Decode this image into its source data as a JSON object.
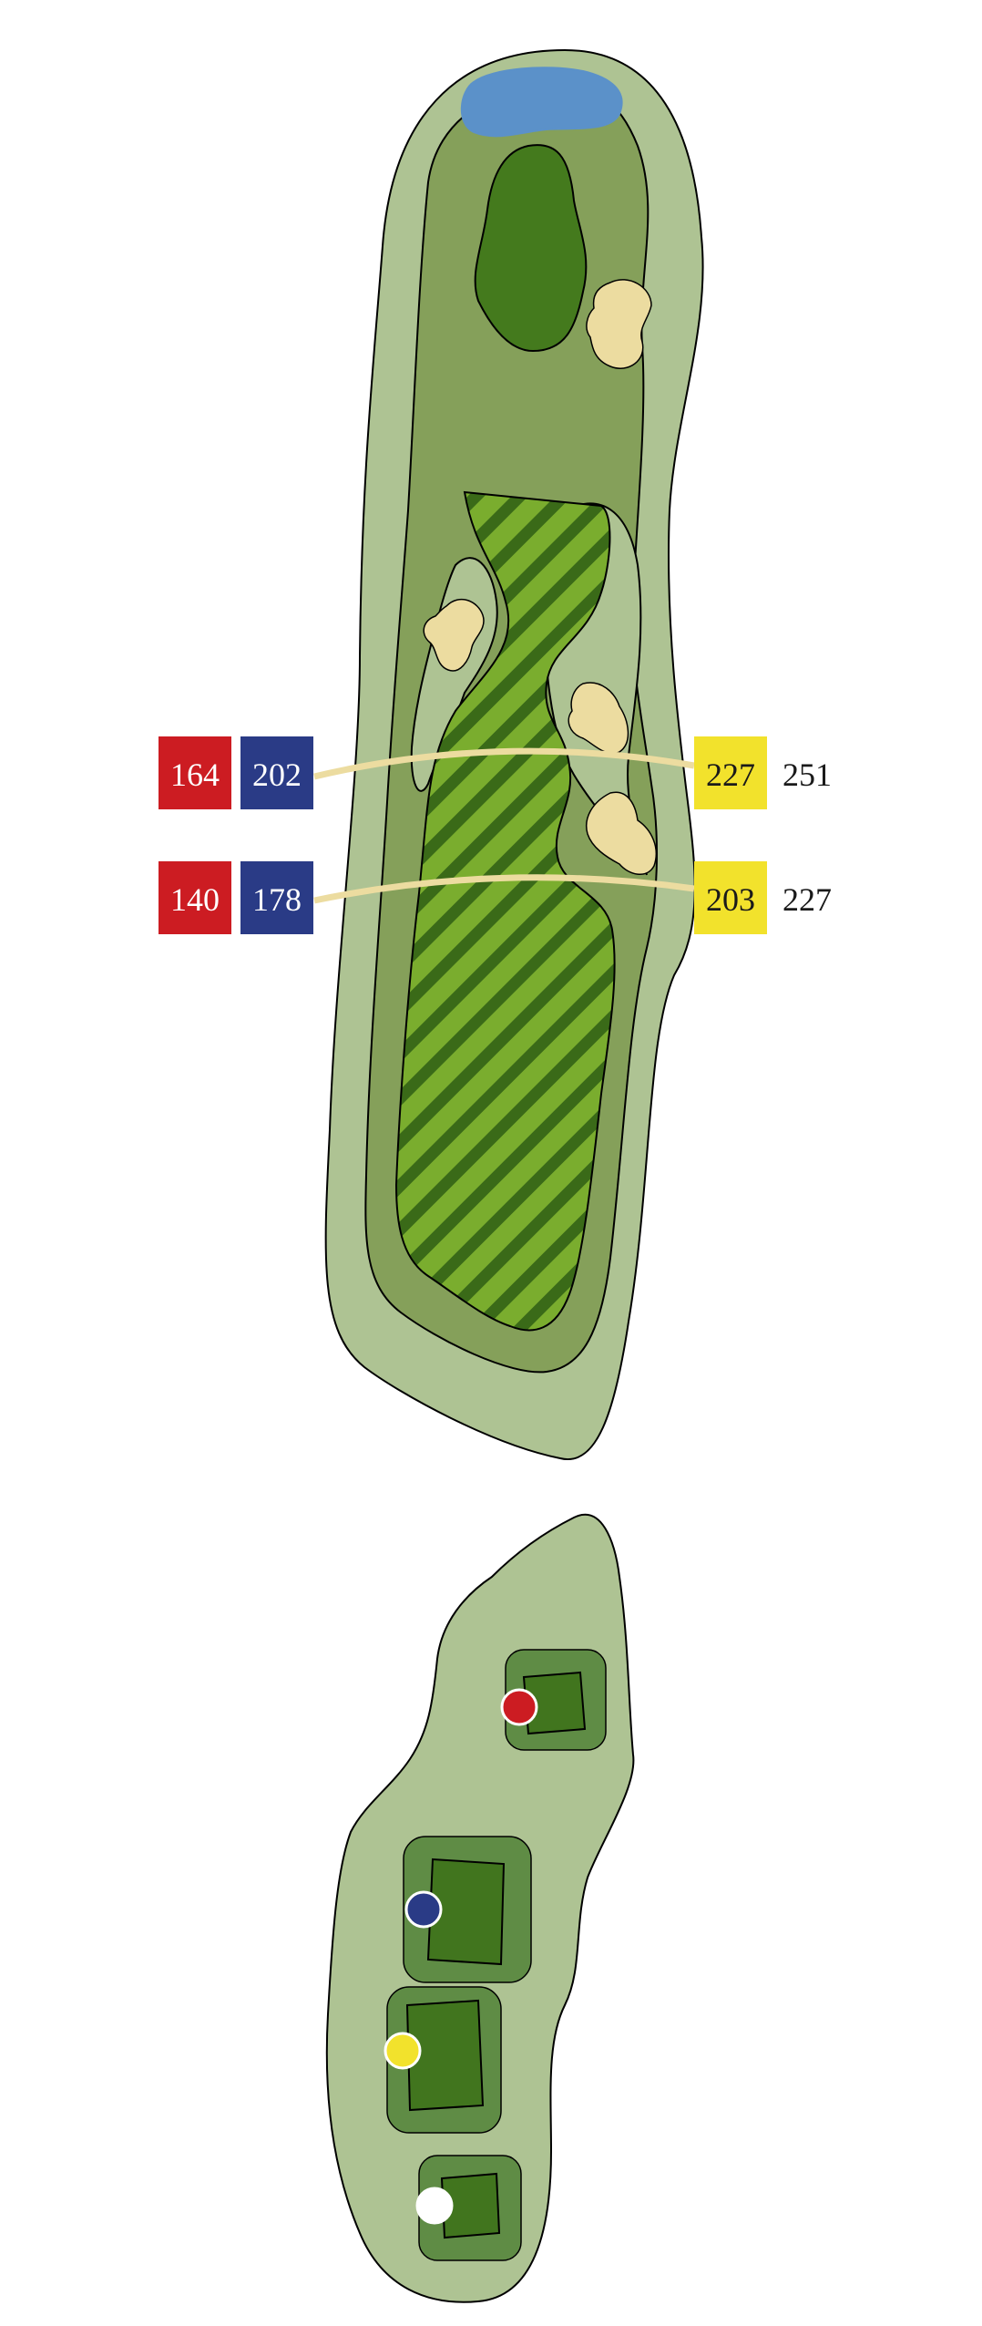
{
  "hole_layout": {
    "markers": [
      {
        "id": "marker-row-1",
        "red": "164",
        "blue": "202",
        "yellow": "227",
        "white": "251"
      },
      {
        "id": "marker-row-2",
        "red": "140",
        "blue": "178",
        "yellow": "203",
        "white": "227"
      }
    ],
    "tee_boxes": [
      "red",
      "blue",
      "yellow",
      "white"
    ]
  },
  "colors": {
    "red": "#cc1c22",
    "blue": "#2a3b86",
    "yellow": "#f2e22c",
    "white": "#ffffff",
    "rough": "#aec393",
    "fairway": "#85a05a",
    "fairway_stripe_dark": "#3a6a18",
    "fairway_stripe_light": "#7aad2e",
    "green": "#447a1d",
    "bunker": "#ecdca0",
    "water": "#5b91c9",
    "tee_surround": "#5f8c45",
    "tee_top": "#41751e"
  }
}
